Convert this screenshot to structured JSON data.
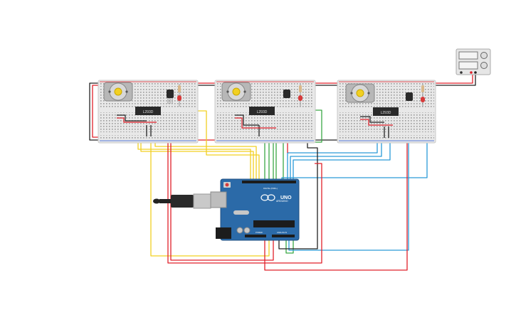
{
  "circuit": {
    "breadboards": [
      {
        "id": "bb1",
        "chip_label": "L293D"
      },
      {
        "id": "bb2",
        "chip_label": "L293D"
      },
      {
        "id": "bb3",
        "chip_label": "L293D"
      }
    ],
    "arduino": {
      "brand": "ARDUINO",
      "model": "UNO",
      "power_header": "POWER",
      "analog_header": "ANALOG IN",
      "digital_header": "DIGITAL (PWM~)"
    },
    "power_supply": {
      "readout_top": "",
      "readout_bottom": ""
    }
  },
  "colors": {
    "breadboard": "#e8e8e8",
    "arduino": "#2b6aa8",
    "wire_red": "#e0202a",
    "wire_black": "#222222",
    "wire_yellow": "#f2d022",
    "wire_green": "#3aa845",
    "wire_blue": "#2a9ad8"
  }
}
